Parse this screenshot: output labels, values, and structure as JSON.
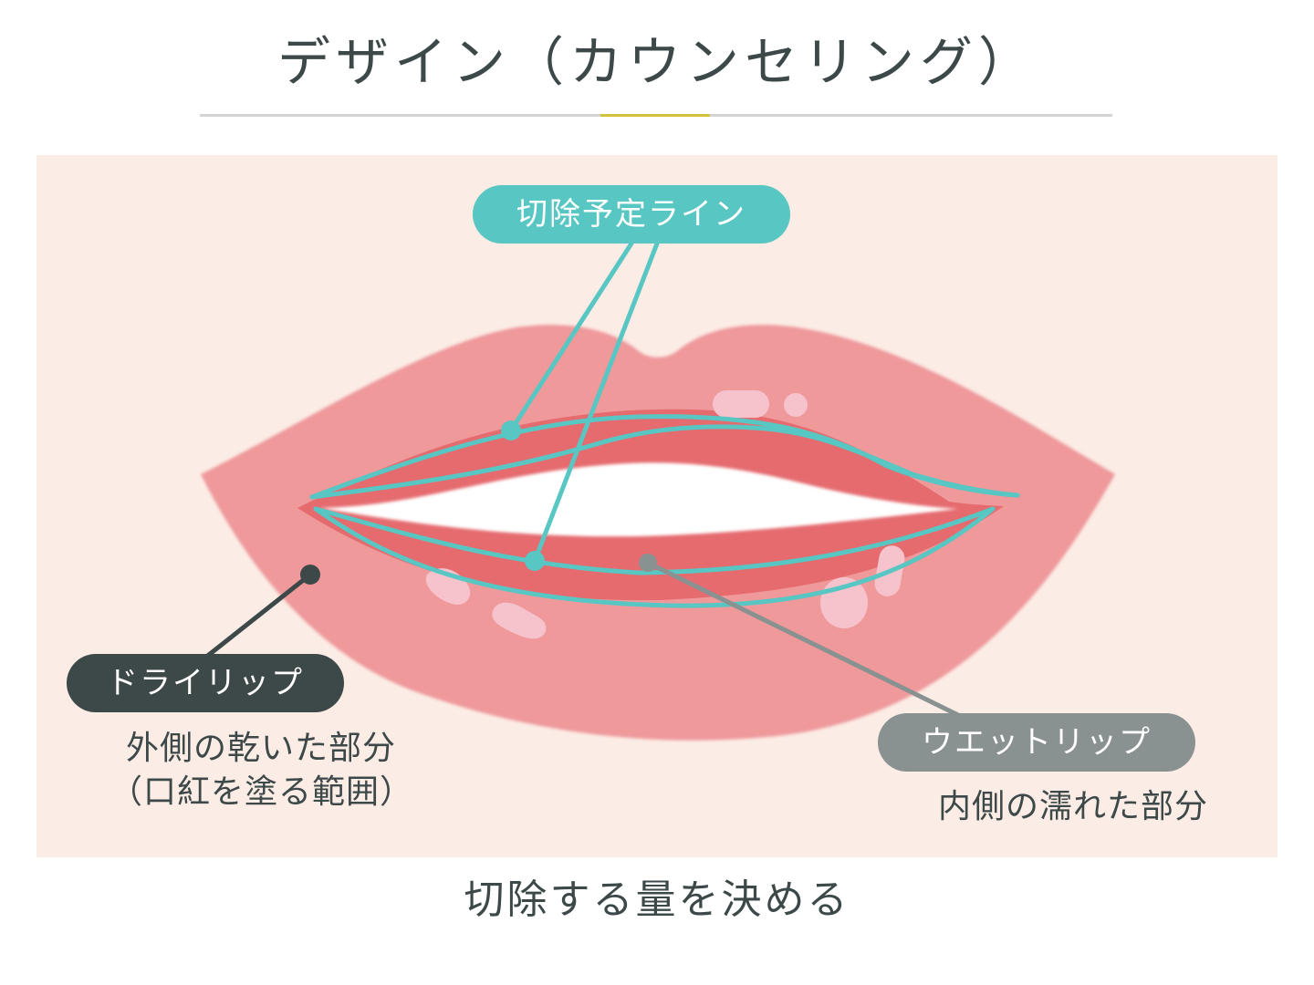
{
  "header": {
    "title": "デザイン（カウンセリング）",
    "divider_color": "#d2d4d3",
    "divider_accent_color": "#d4c23a"
  },
  "illustration": {
    "subject": "lips-diagram",
    "background_color": "#fbece5",
    "colors": {
      "outer_lip": "#ef999b",
      "inner_lip": "#e56b6f",
      "mouth_opening": "#ffffff",
      "highlight": "#f6c3cc",
      "cut_line": "#58c6c2",
      "dry_pointer": "#3d4848",
      "wet_pointer": "#8a9191"
    },
    "labels": {
      "cut_line": {
        "label": "切除予定ライン",
        "color": "#58c6c2"
      },
      "dry_lip": {
        "label": "ドライリップ",
        "color": "#3d4848",
        "description_line1": "外側の乾いた部分",
        "description_line2": "（口紅を塗る範囲）"
      },
      "wet_lip": {
        "label": "ウエットリップ",
        "color": "#8a9191",
        "description": "内側の濡れた部分"
      }
    }
  },
  "footer": {
    "caption": "切除する量を決める"
  }
}
